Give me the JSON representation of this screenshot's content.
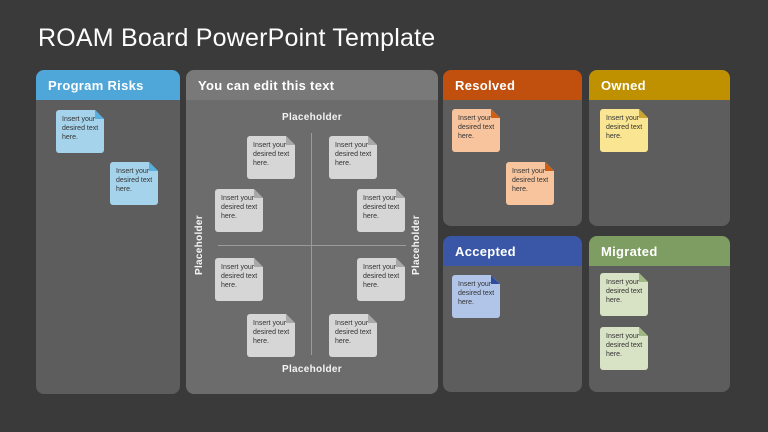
{
  "title": "ROAM Board PowerPoint Template",
  "note_text": "Insert your desired text here.",
  "colors": {
    "background": "#3a3a3a",
    "program_risks_header": "#4fa6d8",
    "edit_header": "#797979",
    "resolved_header": "#c1500f",
    "owned_header": "#bf9100",
    "accepted_header": "#3a57a7",
    "migrated_header": "#7e9d62",
    "note_blue": "#a6d3ec",
    "note_gray": "#d6d6d6",
    "note_orange": "#f7c49e",
    "note_gold": "#fae593",
    "note_royal": "#b1c5e8",
    "note_green": "#d8e2c5"
  },
  "panels": {
    "program_risks": {
      "label": "Program Risks",
      "note_count": 2
    },
    "edit": {
      "label": "You can edit this text",
      "labels": {
        "top": "Placeholder",
        "bottom": "Placeholder",
        "left": "Placeholder",
        "right": "Placeholder"
      },
      "note_count": 8
    },
    "resolved": {
      "label": "Resolved",
      "note_count": 2
    },
    "owned": {
      "label": "Owned",
      "note_count": 1
    },
    "accepted": {
      "label": "Accepted",
      "note_count": 1
    },
    "migrated": {
      "label": "Migrated",
      "note_count": 2
    }
  }
}
